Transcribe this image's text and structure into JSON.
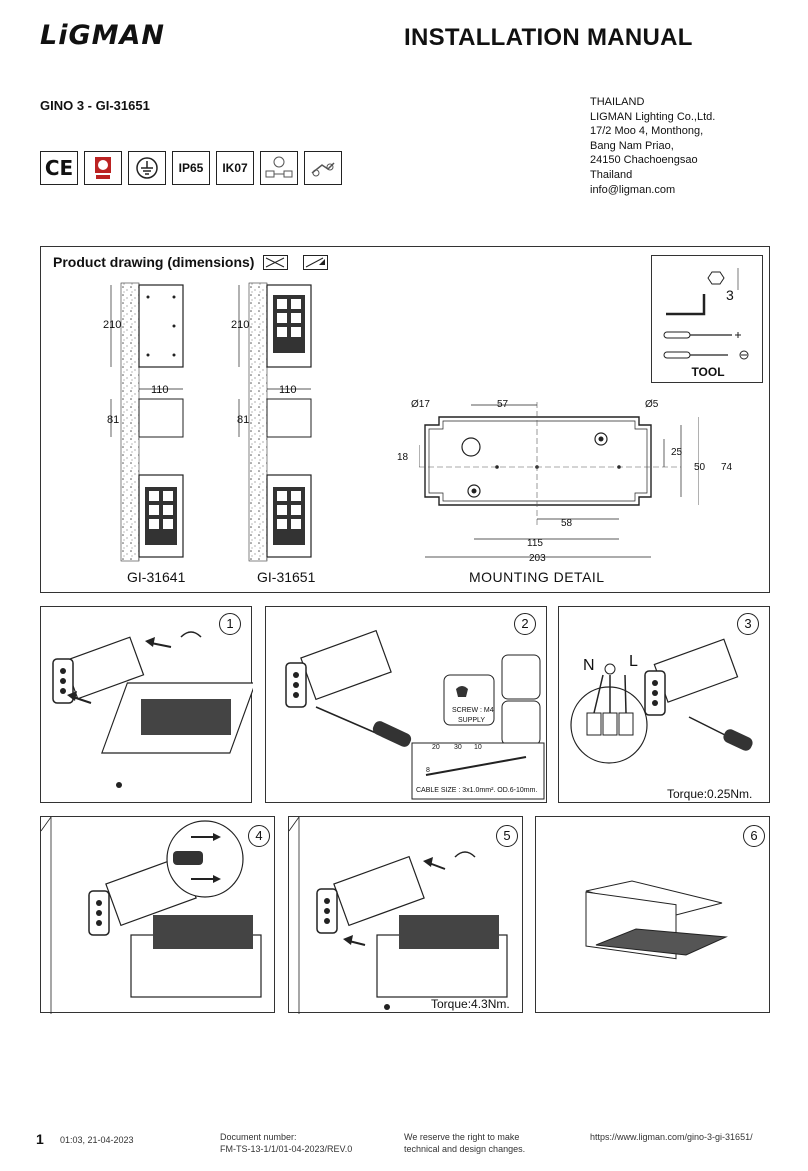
{
  "header": {
    "brand": "LiGMAN",
    "title": "INSTALLATION MANUAL",
    "model": "GINO 3 - GI-31651",
    "address": [
      "THAILAND",
      "LIGMAN Lighting Co.,Ltd.",
      "17/2 Moo 4, Monthong,",
      "Bang Nam Priao,",
      "24150 Chachoengsao",
      "Thailand",
      "info@ligman.com"
    ]
  },
  "certifications": [
    "CE",
    "IP65",
    "IK07"
  ],
  "product_drawing": {
    "heading": "Product drawing (dimensions)",
    "dims": {
      "height": "210",
      "width": "110",
      "depth": "81"
    },
    "models": [
      "GI-31641",
      "GI-31651"
    ],
    "mounting_title": "MOUNTING DETAIL",
    "mounting_dims": {
      "d17": "Ø17",
      "d57": "57",
      "d5": "Ø5",
      "d18": "18",
      "d25": "25",
      "d50": "50",
      "d74": "74",
      "d58": "58",
      "d115": "115",
      "d203": "203"
    },
    "tool_title": "TOOL",
    "tool_size": "3"
  },
  "steps": {
    "s1": "1",
    "s2": "2",
    "s3": "3",
    "s4": "4",
    "s5": "5",
    "s6": "6",
    "screw": "SCREW : M4",
    "supply": "SUPPLY",
    "cable": "CABLE SIZE : 3x1.0mm². OD.6-10mm.",
    "strip": [
      "20",
      "30",
      "10",
      "8"
    ],
    "torque3": "Torque:0.25Nm.",
    "torque5": "Torque:4.3Nm.",
    "N": "N",
    "L": "L"
  },
  "footer": {
    "page": "1",
    "timestamp": "01:03, 21-04-2023",
    "doc": "Document number:\nFM-TS-13-1/1/01-04-2023/REV.0",
    "reserve": "We reserve the right to make\ntechnical and design changes.",
    "url": "https://www.ligman.com/gino-3-gi-31651/"
  }
}
